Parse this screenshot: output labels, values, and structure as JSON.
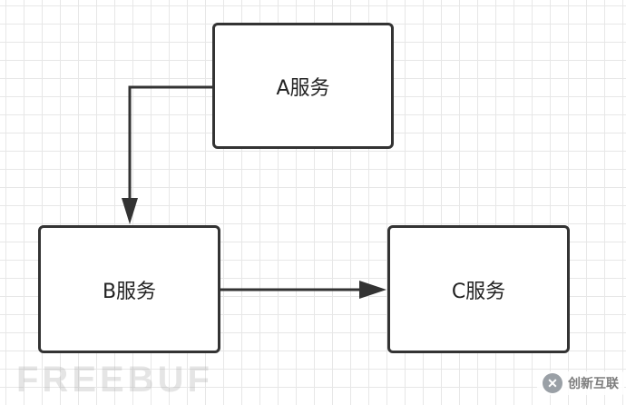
{
  "diagram": {
    "nodes": [
      {
        "id": "a",
        "label": "A服务"
      },
      {
        "id": "b",
        "label": "B服务"
      },
      {
        "id": "c",
        "label": "C服务"
      }
    ],
    "edges": [
      {
        "from": "a",
        "to": "b"
      },
      {
        "from": "b",
        "to": "c"
      }
    ]
  },
  "watermarks": {
    "left": "FREEBUF",
    "right": "创新互联"
  },
  "colors": {
    "stroke": "#333333",
    "grid": "#e7e7e7",
    "background": "#ffffff"
  }
}
